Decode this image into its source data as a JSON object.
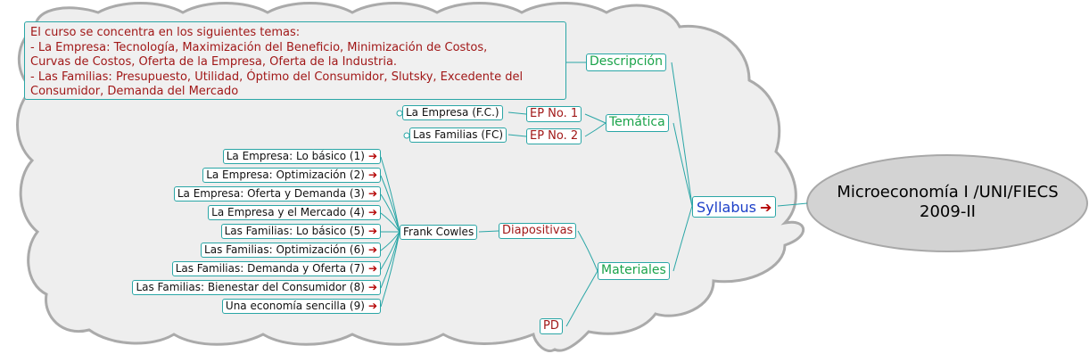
{
  "central": {
    "line1": "Microeconomía I /UNI/FIECS",
    "line2": "2009-II"
  },
  "syllabus": "Syllabus",
  "descripcion": {
    "label": "Descripción",
    "lines": [
      "El curso se concentra en los siguientes temas:",
      "- La Empresa: Tecnología, Maximización del Beneficio, Minimización de Costos,",
      "Curvas de Costos, Oferta de la Empresa, Oferta de la Industria.",
      "- Las Familias: Presupuesto, Utilidad, Óptimo del Consumidor, Slutsky, Excedente del",
      "Consumidor, Demanda del Mercado"
    ]
  },
  "tematica": {
    "label": "Temática",
    "items": [
      {
        "ep": "EP No. 1",
        "leaf": "La Empresa (F.C.)"
      },
      {
        "ep": "EP No. 2",
        "leaf": "Las Familias (FC)"
      }
    ]
  },
  "materiales": {
    "label": "Materiales",
    "diapositivas": "Diapositivas",
    "author": "Frank Cowles",
    "slides": [
      "La Empresa: Lo básico (1)",
      "La Empresa: Optimización (2)",
      "La Empresa: Oferta y Demanda (3)",
      "La Empresa y el Mercado (4)",
      "Las Familias: Lo básico (5)",
      "Las Familias: Optimización (6)",
      "Las Familias: Demanda y Oferta (7)",
      "Las Familias: Bienestar del Consumidor (8)",
      "Una economía sencilla (9)"
    ],
    "pd": "PD"
  },
  "link_arrow": "➔",
  "colors": {
    "cloud_fill": "#eeeeee",
    "cloud_stroke": "#aaaaaa",
    "central_fill": "#d3d3d3",
    "connector": "#2aa6a6",
    "category_text": "#1aa34a",
    "subtopic_text": "#a11818",
    "syllabus_text": "#1c3fc8",
    "link_arrow": "#b40000"
  }
}
